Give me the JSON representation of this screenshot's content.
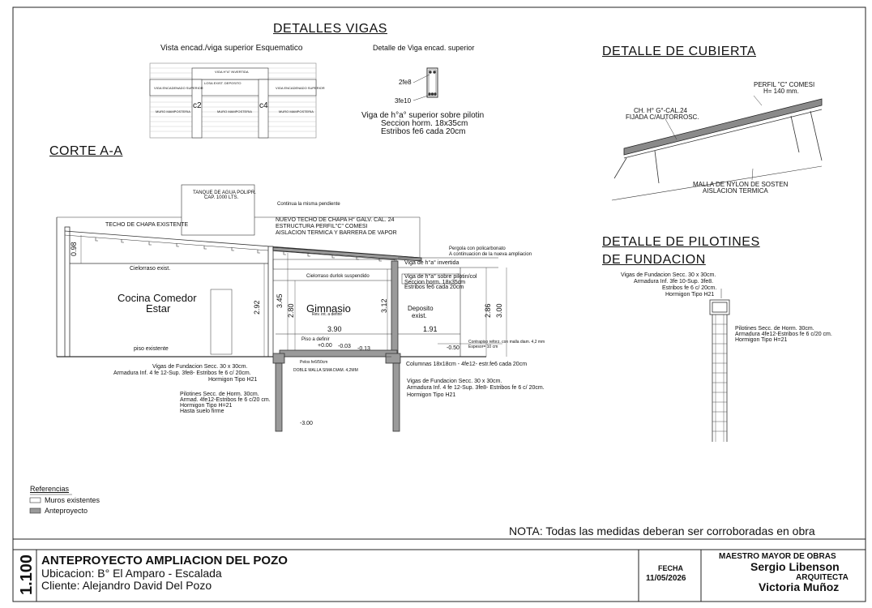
{
  "titles": {
    "detalles_vigas": "DETALLES VIGAS",
    "vista_encad": "Vista encad./viga superior Esquematico",
    "detalle_viga": "Detalle de Viga encad. superior",
    "corte": "CORTE A-A",
    "detalle_cubierta": "DETALLE DE CUBIERTA",
    "detalle_pilotines_1": "DETALLE DE PILOTINES",
    "detalle_pilotines_2": "DE FUNDACION"
  },
  "viga_detail": {
    "fe8": "2fe8",
    "fe10": "3fe10",
    "line1": "Viga de h°a° superior sobre pilotin",
    "line2": "Seccion horm. 18x35cm",
    "line3": "Estribos fe6 cada 20cm",
    "c2": "c2",
    "c4": "c4"
  },
  "vista_labels": {
    "top": "VIGA H°A° INVERTIDA",
    "left": "VIGA ENCADENADO SUPERIOR",
    "center": "LOSA EXIST. DEPOSITO",
    "right": "VIGA ENCADENADO SUPERIOR",
    "m1": "MURO MAMPOSTERIA",
    "m2": "MURO MAMPOSTERIA",
    "m3": "MURO MAMPOSTERIA"
  },
  "cubierta": {
    "perfil_1": "PERFIL \"C\" COMESI",
    "perfil_2": "H= 140 mm.",
    "chapa_1": "CH. H° G°-CAL.24",
    "chapa_2": "FIJADA C/AUTORROSC.",
    "malla_1": "MALLA DE NYLON DE SOSTEN",
    "malla_2": "AISLACION TERMICA"
  },
  "pilotines": {
    "vigas_1": "Vigas de Fundacion Secc. 30 x 30cm.",
    "vigas_2": "Armadura Inf. 3fe 10-Sup. 3fe8.",
    "vigas_3": "Estribos fe 6 c/ 20cm.",
    "vigas_4": "Hormigon Tipo H21",
    "pil_1": "Pilotines Secc. de Horm. 30cm.",
    "pil_2": "Armadura 4fe12-Estribos fe 6 c/20 cm.",
    "pil_3": "Hormigon Tipo H=21"
  },
  "corte": {
    "tanque_1": "TANQUE DE AGUA POLIPR.",
    "tanque_2": "CAP. 1000 LTS.",
    "continua": "Continua la misma pendiente",
    "techo_exist": "TECHO DE CHAPA EXISTENTE",
    "nuevo_1": "NUEVO TECHO DE CHAPA H° GALV. CAL. 24",
    "nuevo_2": "ESTRUCTURA PERFIL\"C\" COMESI",
    "nuevo_3": "AISLACION TERMICA Y BARRERA DE VAPOR",
    "pergola_1": "Pergola con policarbonato",
    "pergola_2": "A continuacion de la nueva ampliacion",
    "cielo_exist": "Cielorraso exist.",
    "cielo_durlok": "Cielorraso durlok suspendido",
    "viga_inv": "Viga de h°a° invertida",
    "viga_sobre_1": "Viga de h°a° sobre pilotin/col",
    "viga_sobre_2": "Seccion horm. 18x35cm",
    "viga_sobre_3": "Estribos fe6 cada 20cm",
    "cocina_1": "Cocina Comedor",
    "cocina_2": "Estar",
    "gimnasio": "Gimnasio",
    "rev": "Rev. int. a definir",
    "deposito_1": "Deposito",
    "deposito_2": "exist.",
    "d098": "0.98",
    "d292": "2.92",
    "d345": "3.45",
    "d280": "2.80",
    "d312": "3.12",
    "d286": "2.86",
    "d300": "3.00",
    "d390": "3.90",
    "d191": "1.91",
    "piso_exist": "piso existente",
    "piso_def": "Piso a definir",
    "n000": "+0.00",
    "n003": "-0.03",
    "n013": "-0.13",
    "n050": "-0.50",
    "n300": "-3.00",
    "pelos": "Pelos fe6/50cm",
    "doble": "DOBLE MALLA SIMA DIAM. 4,2MM",
    "contrapiso_1": "Contrapiso reforz. con malla diam. 4,2 mm",
    "contrapiso_2": "Espesor= 10 cm",
    "columnas": "Columnas 18x18cm - 4fe12- estr.fe6 cada 20cm",
    "vf_l1": "Vigas de Fundacion Secc. 30 x 30cm.",
    "vf_l2": "Armadura Inf. 4 fe 12-Sup. 3fe8- Estribos fe 6 c/ 20cm.",
    "vf_l3": "Hormigon Tipo H21",
    "vf_r1": "Vigas de Fundacion Secc. 30 x 30cm.",
    "vf_r2": "Armadura Inf. 4 fe 12-Sup. 3fe8- Estribos fe 6 c/ 20cm.",
    "vf_r3": "Hormigon Tipo H21",
    "pl_1": "Pilotines Secc. de Horm. 30cm.",
    "pl_2": "Armad. 4fe12-Estribos fe 6 c/20 cm.",
    "pl_3": "Hormigon Tipo H=21",
    "pl_4": "Hasta suelo firme"
  },
  "legend": {
    "title": "Referencias",
    "item1": "Muros existentes",
    "item2": "Anteproyecto",
    "color1": "#ffffff",
    "color2": "#9a9a9a"
  },
  "nota": "NOTA: Todas las medidas deberan ser corroboradas en obra",
  "title_block": {
    "scale": "1.100",
    "project": "ANTEPROYECTO AMPLIACION DEL POZO",
    "ubicacion": "Ubicacion: B° El Amparo - Escalada",
    "cliente": "Cliente: Alejandro David Del Pozo",
    "fecha_label": "FECHA",
    "fecha": "11/05/2026",
    "mmo_label": "MAESTRO MAYOR DE OBRAS",
    "mmo_name": "Sergio Libenson",
    "arq_label": "ARQUITECTA",
    "arq_name": "Victoria Muñoz"
  }
}
